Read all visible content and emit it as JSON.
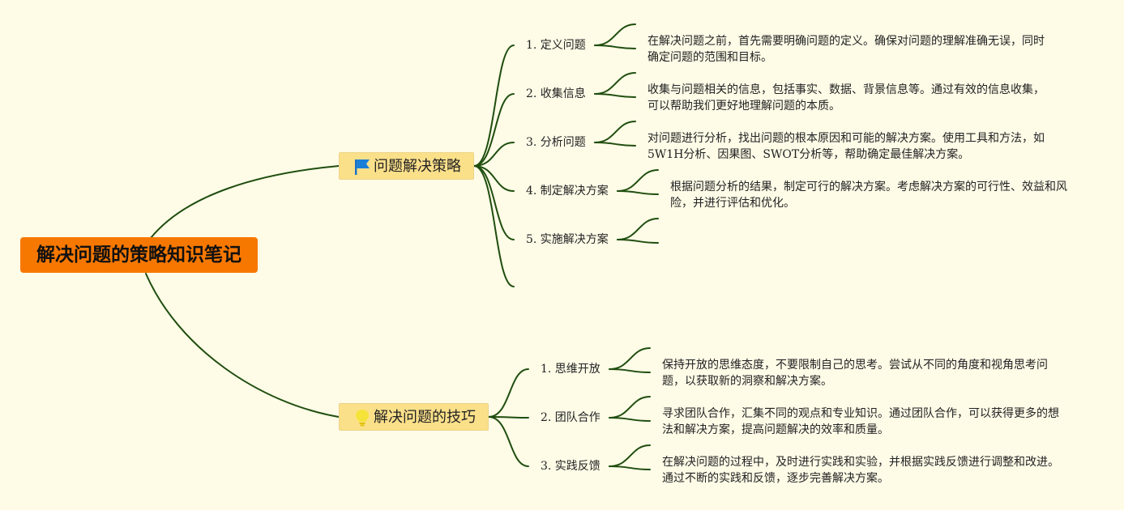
{
  "root": {
    "title": "解决问题的策略知识笔记"
  },
  "branches": [
    {
      "title": "问题解决策略",
      "icon": "flag-icon",
      "items": [
        {
          "label": "1. 定义问题",
          "desc": "在解决问题之前，首先需要明确问题的定义。确保对问题的理解准确无误，同时确定问题的范围和目标。"
        },
        {
          "label": "2. 收集信息",
          "desc": "收集与问题相关的信息，包括事实、数据、背景信息等。通过有效的信息收集，可以帮助我们更好地理解问题的本质。"
        },
        {
          "label": "3. 分析问题",
          "desc": "对问题进行分析，找出问题的根本原因和可能的解决方案。使用工具和方法，如5W1H分析、因果图、SWOT分析等，帮助确定最佳解决方案。"
        },
        {
          "label": "4. 制定解决方案",
          "desc": "根据问题分析的结果，制定可行的解决方案。考虑解决方案的可行性、效益和风险，并进行评估和优化。"
        },
        {
          "label": "5. 实施解决方案",
          "desc": ""
        },
        {
          "label": "",
          "desc": ""
        }
      ]
    },
    {
      "title": "解决问题的技巧",
      "icon": "lightbulb-icon",
      "items": [
        {
          "label": "1. 思维开放",
          "desc": "保持开放的思维态度，不要限制自己的思考。尝试从不同的角度和视角思考问题，以获取新的洞察和解决方案。"
        },
        {
          "label": "2. 团队合作",
          "desc": "寻求团队合作，汇集不同的观点和专业知识。通过团队合作，可以获得更多的想法和解决方案，提高问题解决的效率和质量。"
        },
        {
          "label": "3. 实践反馈",
          "desc": "在解决问题的过程中，及时进行实践和实验，并根据实践反馈进行调整和改进。通过不断的实践和反馈，逐步完善解决方案。"
        }
      ]
    }
  ],
  "colors": {
    "background": "#fefbe7",
    "root_fill": "#f77800",
    "branch_fill": "#fbe08a",
    "connector": "#1f4e0f",
    "flag_icon": "#1b7fd8",
    "bulb_icon": "#f5e33a"
  }
}
